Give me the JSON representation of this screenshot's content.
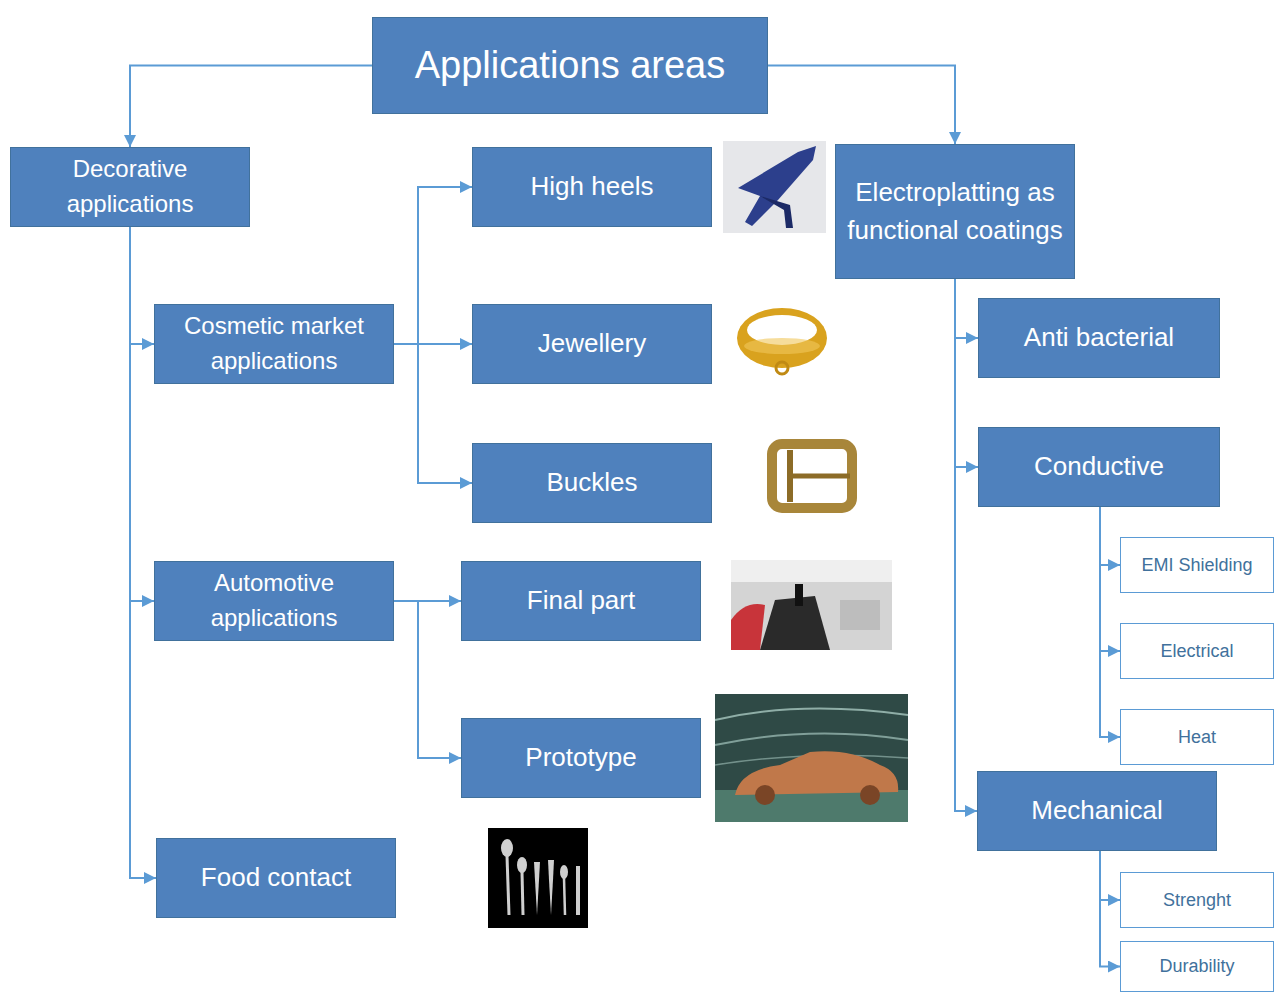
{
  "diagram": {
    "nodes": [
      {
        "text": [
          "Applications areas"
        ]
      },
      {
        "text": [
          "Decorative applications"
        ]
      },
      {
        "text": [
          "Cosmetic market applications"
        ]
      },
      {
        "text": [
          "High heels"
        ]
      },
      {
        "text": [
          "Jewellery"
        ]
      },
      {
        "text": [
          "Buckles"
        ]
      },
      {
        "text": [
          "Automotive applications"
        ]
      },
      {
        "text": [
          "Final part"
        ]
      },
      {
        "text": [
          "Prototype"
        ]
      },
      {
        "text": [
          "Food contact"
        ]
      },
      {
        "text": [
          "Electroplatting as functional coatings"
        ]
      },
      {
        "text": [
          "Anti bacterial"
        ]
      },
      {
        "text": [
          "Conductive"
        ]
      },
      {
        "text": [
          "EMI Shielding"
        ]
      },
      {
        "text": [
          "Electrical"
        ]
      },
      {
        "text": [
          "Heat"
        ]
      },
      {
        "text": [
          "Mechanical"
        ]
      },
      {
        "text": [
          "Strenght"
        ]
      },
      {
        "text": [
          "Durability"
        ]
      }
    ],
    "edges": [
      {
        "from": 0,
        "to": 1,
        "arrow": "to"
      },
      {
        "from": 0,
        "to": 10,
        "arrow": "to"
      },
      {
        "from": 1,
        "to": 2,
        "arrow": "to"
      },
      {
        "from": 1,
        "to": 6,
        "arrow": "to"
      },
      {
        "from": 1,
        "to": 9,
        "arrow": "to"
      },
      {
        "from": 2,
        "to": 3,
        "arrow": "to"
      },
      {
        "from": 2,
        "to": 4,
        "arrow": "to"
      },
      {
        "from": 2,
        "to": 5,
        "arrow": "to"
      },
      {
        "from": 6,
        "to": 7,
        "arrow": "to"
      },
      {
        "from": 6,
        "to": 8,
        "arrow": "to"
      },
      {
        "from": 10,
        "to": 11,
        "arrow": "to"
      },
      {
        "from": 10,
        "to": 12,
        "arrow": "to"
      },
      {
        "from": 10,
        "to": 16,
        "arrow": "to"
      },
      {
        "from": 12,
        "to": 13,
        "arrow": "to"
      },
      {
        "from": 12,
        "to": 14,
        "arrow": "to"
      },
      {
        "from": 12,
        "to": 15,
        "arrow": "to"
      },
      {
        "from": 16,
        "to": 17,
        "arrow": "to"
      },
      {
        "from": 16,
        "to": 18,
        "arrow": "to"
      }
    ]
  }
}
